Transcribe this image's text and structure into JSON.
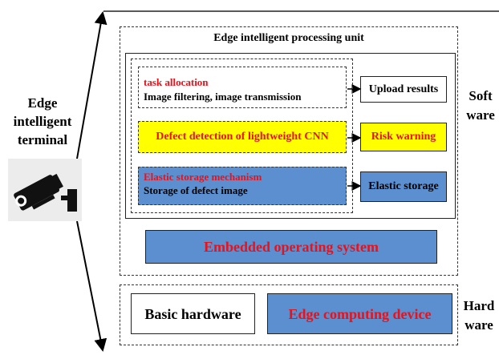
{
  "terminal": {
    "line1": "Edge",
    "line2": "intelligent",
    "line3": "terminal"
  },
  "software_label": {
    "line1": "Soft",
    "line2": "ware"
  },
  "hardware_label": {
    "line1": "Hard",
    "line2": "ware"
  },
  "processing_unit": {
    "title": "Edge intelligent processing unit"
  },
  "task_box": {
    "title": "task allocation",
    "body": "Image filtering, image transmission"
  },
  "upload_box": {
    "label": "Upload results"
  },
  "cnn_box": {
    "label": "Defect detection of lightweight CNN"
  },
  "risk_box": {
    "label": "Risk warning"
  },
  "storage_mech": {
    "title": "Elastic storage mechanism",
    "body": "Storage of defect image"
  },
  "elastic_storage": {
    "label": "Elastic storage"
  },
  "os_box": {
    "label": "Embedded operating system"
  },
  "basic_hw": {
    "label": "Basic hardware"
  },
  "edge_device": {
    "label": "Edge computing device"
  },
  "colors": {
    "red_text": "#e8121b",
    "blue_fill": "#5b8fd0",
    "yellow_fill": "#ffff00"
  },
  "icons": {
    "camera": "security-camera-icon"
  }
}
